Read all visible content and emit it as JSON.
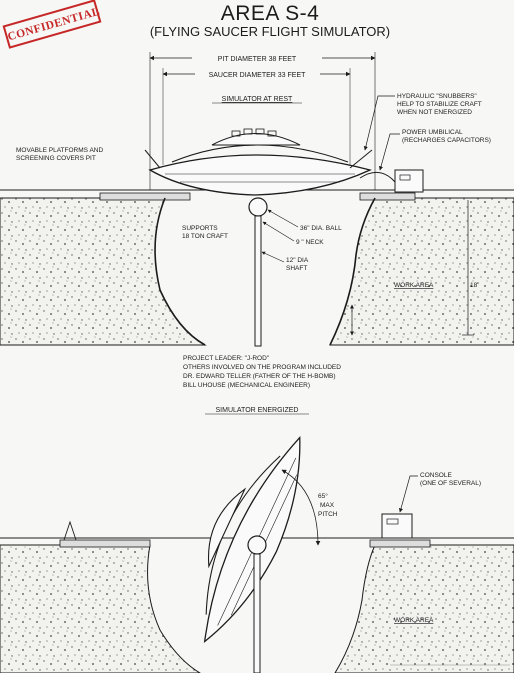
{
  "stamp": "CONFIDENTIAL",
  "title": "AREA S-4",
  "subtitle": "(FLYING SAUCER FLIGHT SIMULATOR)",
  "colors": {
    "ink": "#1c1c1c",
    "stamp": "#c62828",
    "paper": "#f7f7f5"
  },
  "rest": {
    "pit_diameter": "PIT DIAMETER 38 FEET",
    "saucer_diameter": "SAUCER DIAMETER 33 FEET",
    "heading": "SIMULATOR AT REST",
    "snubbers": [
      "HYDRAULIC \"SNUBBERS\"",
      "HELP TO STABILIZE CRAFT",
      "WHEN NOT ENERGIZED"
    ],
    "umbilical": [
      "POWER UMBILICAL",
      "(RECHARGES CAPACITORS)"
    ],
    "platforms": [
      "MOVABLE PLATFORMS AND",
      "SCREENING COVERS PIT"
    ],
    "supports": [
      "SUPPORTS",
      "18 TON CRAFT"
    ],
    "ball": "36\" DIA. BALL",
    "neck": "9 \" NECK",
    "shaft": [
      "12\" DIA",
      "SHAFT"
    ],
    "work_area": "WORK AREA",
    "depth": "18'"
  },
  "credits": [
    "PROJECT LEADER: \"J-ROD\"",
    "OTHERS INVOLVED ON THE PROGRAM INCLUDED",
    "DR. EDWARD TELLER (FATHER OF THE H-BOMB)",
    "BILL UHOUSE (MECHANICAL ENGINEER)"
  ],
  "energized": {
    "heading": "SIMULATOR ENERGIZED",
    "pitch": [
      "65°",
      "MAX",
      "PITCH"
    ],
    "console": [
      "CONSOLE",
      "(ONE OF SEVERAL)"
    ],
    "work_area": "WORK AREA"
  }
}
